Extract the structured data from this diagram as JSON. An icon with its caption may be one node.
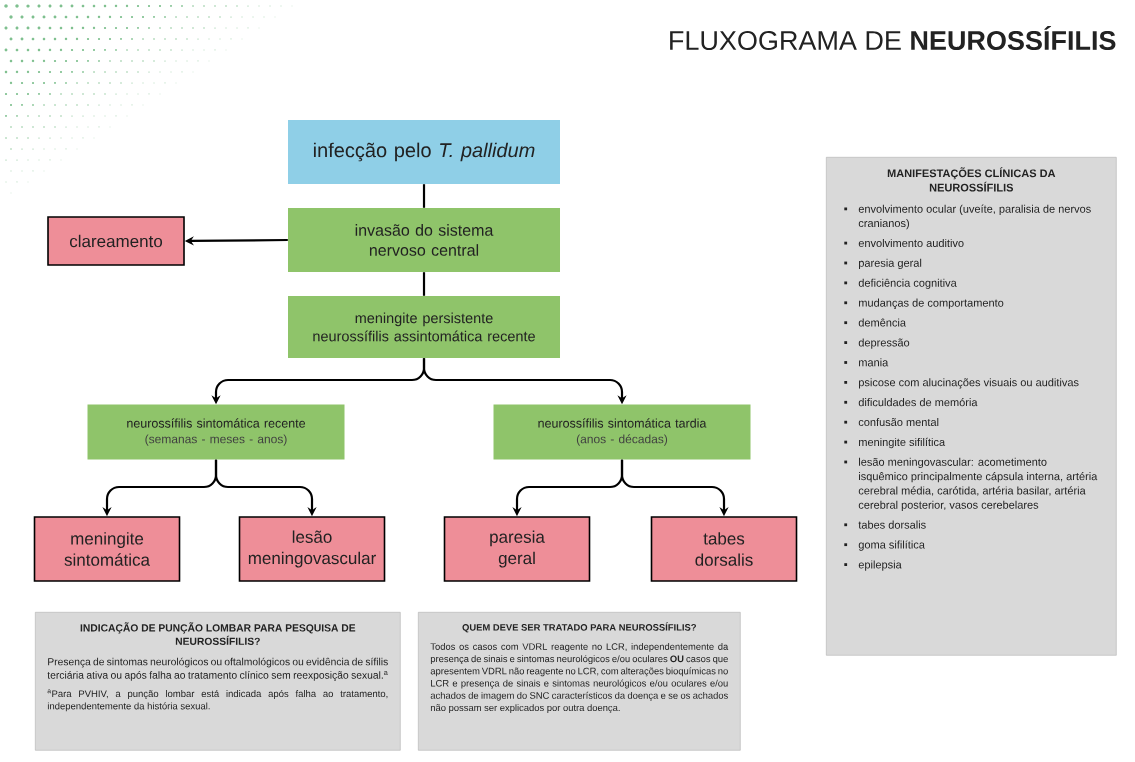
{
  "diagram": {
    "title": "FLUXOGRAMA DE **NEUROSSÍFILIS**",
    "nodes": [
      {
        "text": [
          "infecção pelo *T. pallidum*"
        ]
      },
      {
        "text": [
          "invasão do sistema nervoso central"
        ]
      },
      {
        "text": [
          "clareamento"
        ]
      },
      {
        "text": [
          "meningite persistente",
          "neurossífilis assintomática recente"
        ]
      },
      {
        "text": [
          "neurossífilis sintomática recente",
          "(semanas - meses - anos)"
        ]
      },
      {
        "text": [
          "neurossífilis sintomática tardia",
          "(anos - décadas)"
        ]
      },
      {
        "text": [
          "meningite sintomática"
        ]
      },
      {
        "text": [
          "lesão meningovascular"
        ]
      },
      {
        "text": [
          "paresia geral"
        ]
      },
      {
        "text": [
          "tabes dorsalis"
        ]
      },
      {
        "text": [
          "INDICAÇÃO DE PUNÇÃO LOMBAR PARA PESQUISA DE NEUROSSÍFILIS?",
          "Presença de sintomas neurológicos ou oftalmológicos ou evidência de sífilis terciária ativa ou após falha ao tratamento clínico sem reexposição sexual.$^{a}$",
          "$^{a}$Para PVHIV, a punção lombar está indicada após falha ao tratamento, independentemente da história sexual."
        ]
      },
      {
        "text": [
          "QUEM DEVE SER TRATADO PARA NEUROSSÍFILIS?",
          "Todos os casos com VDRL reagente no LCR, independentemente da presença de sinais e sintomas neurológicos e/ou oculares **OU** casos que apresentem VDRL não reagente no LCR, com alterações bioquímicas no LCR e presença de sinais e sintomas neurológicos e/ou oculares e/ou achados de imagem do SNC característicos da doença e se os achados não possam ser explicados por outra doença."
        ]
      },
      {
        "text": [
          "MANIFESTAÇÕES CLÍNICAS DA NEUROSSÍFILIS",
          "envolvimento ocular (uveíte, paralisia de nervos cranianos)",
          "envolvimento auditivo",
          "paresia geral",
          "deficiência cognitiva",
          "mudanças de comportamento",
          "demência",
          "depressão",
          "mania",
          "psicose com alucinações visuais ou auditivas",
          "dificuldades de memória",
          "confusão mental",
          "meningite sifilítica",
          "lesão meningovascular: acometimento isquêmico principalmente cápsula interna, artéria cerebral média, carótida, artéria basilar, artéria cerebral posterior, vasos cerebelares",
          "tabes dorsalis",
          "goma sifilítica",
          "epilepsia"
        ]
      }
    ],
    "edges": [
      {
        "from": 0,
        "to": 1,
        "arrow": "none"
      },
      {
        "from": 1,
        "to": 2,
        "arrow": "to"
      },
      {
        "from": 1,
        "to": 3,
        "arrow": "none"
      },
      {
        "from": 3,
        "to": 4,
        "arrow": "to"
      },
      {
        "from": 3,
        "to": 5,
        "arrow": "to"
      },
      {
        "from": 4,
        "to": 6,
        "arrow": "to"
      },
      {
        "from": 4,
        "to": 7,
        "arrow": "to"
      },
      {
        "from": 5,
        "to": 8,
        "arrow": "to"
      },
      {
        "from": 5,
        "to": 9,
        "arrow": "to"
      }
    ]
  }
}
